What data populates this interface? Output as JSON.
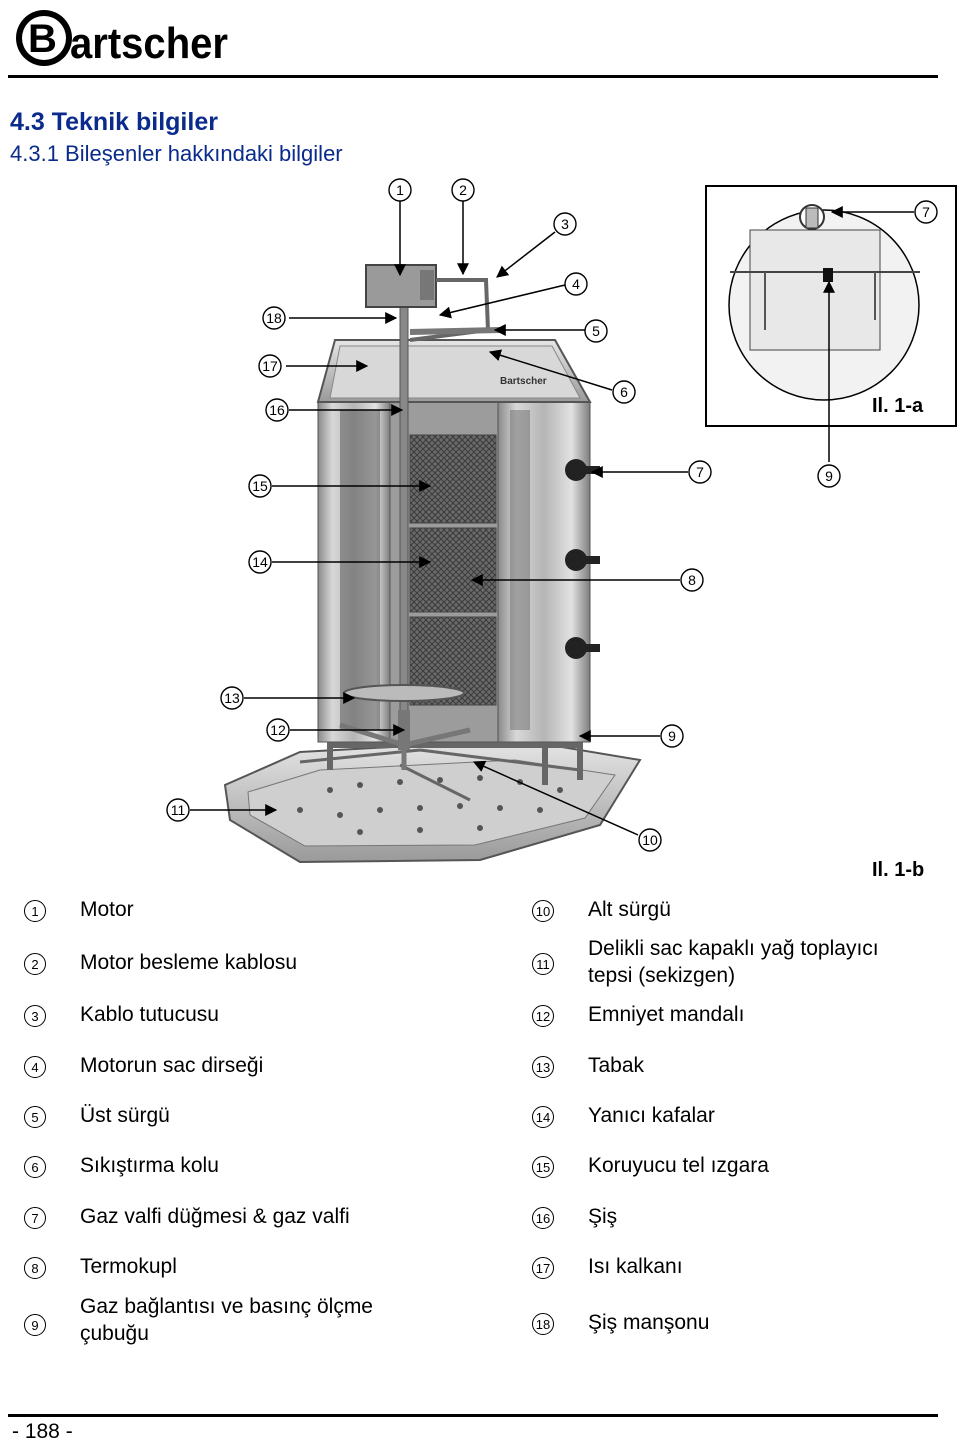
{
  "brand": {
    "logo_text": "Bartscher"
  },
  "heading": {
    "section": "4.3  Teknik bilgiler",
    "subsection": "4.3.1  Bileşenler hakkındaki bilgiler"
  },
  "figure": {
    "label_a": "Il. 1-a",
    "label_b": "Il. 1-b",
    "device_brand": "Bartscher",
    "callouts": [
      "1",
      "2",
      "3",
      "4",
      "5",
      "6",
      "7",
      "8",
      "9",
      "10",
      "11",
      "12",
      "13",
      "14",
      "15",
      "16",
      "17",
      "18"
    ],
    "inset_callouts": [
      "7",
      "9"
    ]
  },
  "legend": {
    "left": [
      {
        "num": "1",
        "label": "Motor"
      },
      {
        "num": "2",
        "label": "Motor besleme kablosu"
      },
      {
        "num": "3",
        "label": "Kablo tutucusu"
      },
      {
        "num": "4",
        "label": "Motorun sac dirseği"
      },
      {
        "num": "5",
        "label": "Üst sürgü"
      },
      {
        "num": "6",
        "label": "Sıkıştırma kolu"
      },
      {
        "num": "7",
        "label": "Gaz valfi düğmesi & gaz valfi"
      },
      {
        "num": "8",
        "label": "Termokupl"
      },
      {
        "num": "9",
        "label": "Gaz bağlantısı ve basınç ölçme",
        "label2": "çubuğu"
      }
    ],
    "right": [
      {
        "num": "10",
        "label": "Alt sürgü"
      },
      {
        "num": "11",
        "label": "Delikli sac kapaklı yağ toplayıcı",
        "label2": "tepsi (sekizgen)"
      },
      {
        "num": "12",
        "label": "Emniyet mandalı"
      },
      {
        "num": "13",
        "label": "Tabak"
      },
      {
        "num": "14",
        "label": "Yanıcı kafalar"
      },
      {
        "num": "15",
        "label": "Koruyucu tel ızgara"
      },
      {
        "num": "16",
        "label": "Şiş"
      },
      {
        "num": "17",
        "label": "Isı kalkanı"
      },
      {
        "num": "18",
        "label": "Şiş manşonu"
      }
    ]
  },
  "footer": {
    "page_number": "- 188 -"
  }
}
